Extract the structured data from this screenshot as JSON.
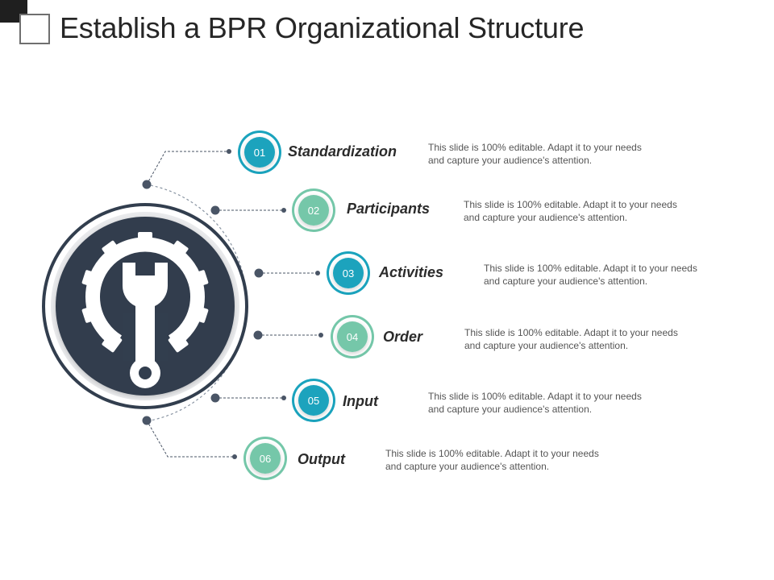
{
  "title": "Establish a BPR Organizational Structure",
  "colors": {
    "teal": "#1aa3bd",
    "mint": "#74c7a9",
    "hub": "#323e4e",
    "connector": "#4a5566"
  },
  "center_icon": "wrench-gear-icon",
  "items": [
    {
      "number": "01",
      "label": "Standardization",
      "color": "teal",
      "desc_line1": "This slide is 100% editable. Adapt it to your needs",
      "desc_line2": "and capture your audience's attention."
    },
    {
      "number": "02",
      "label": "Participants",
      "color": "mint",
      "desc_line1": "This slide is 100% editable. Adapt it to your needs",
      "desc_line2": "and capture your audience's attention."
    },
    {
      "number": "03",
      "label": "Activities",
      "color": "teal",
      "desc_line1": "This slide is 100% editable. Adapt it to your needs",
      "desc_line2": "and capture your audience's attention."
    },
    {
      "number": "04",
      "label": "Order",
      "color": "mint",
      "desc_line1": "This slide is 100% editable. Adapt it to your needs",
      "desc_line2": "and capture your audience's attention."
    },
    {
      "number": "05",
      "label": "Input",
      "color": "teal",
      "desc_line1": "This slide is 100% editable. Adapt it to your needs",
      "desc_line2": "and capture your audience's attention."
    },
    {
      "number": "06",
      "label": "Output",
      "color": "mint",
      "desc_line1": "This slide is 100% editable. Adapt it to your needs",
      "desc_line2": "and capture your audience's attention."
    }
  ]
}
